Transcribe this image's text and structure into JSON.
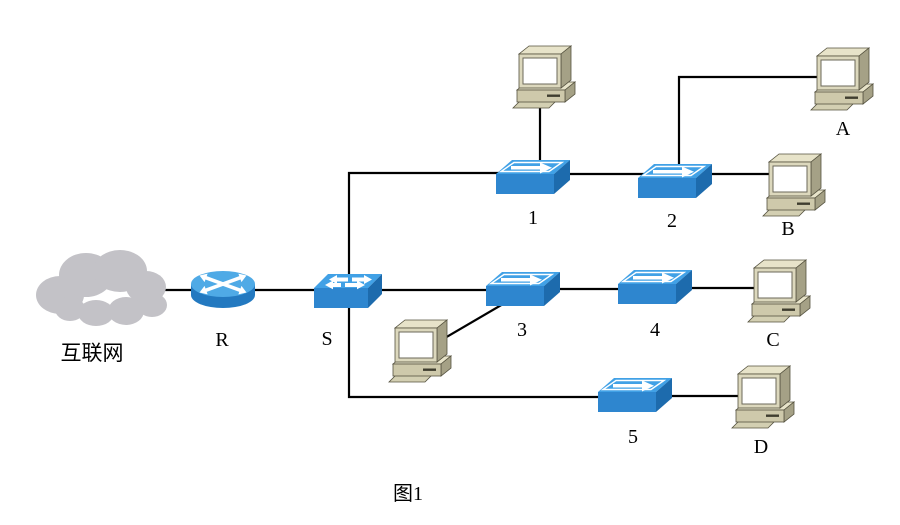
{
  "figure": {
    "caption": "图1"
  },
  "nodes": {
    "internet": {
      "type": "cloud",
      "label": "互联网"
    },
    "router_r": {
      "type": "router",
      "label": "R"
    },
    "switch_s": {
      "type": "workgroup-switch",
      "label": "S"
    },
    "switch_1": {
      "type": "switch",
      "label": "1"
    },
    "switch_2": {
      "type": "switch",
      "label": "2"
    },
    "switch_3": {
      "type": "switch",
      "label": "3"
    },
    "switch_4": {
      "type": "switch",
      "label": "4"
    },
    "switch_5": {
      "type": "switch",
      "label": "5"
    },
    "pc_top": {
      "type": "pc",
      "label": ""
    },
    "pc_mid": {
      "type": "pc",
      "label": ""
    },
    "pc_a": {
      "type": "pc",
      "label": "A"
    },
    "pc_b": {
      "type": "pc",
      "label": "B"
    },
    "pc_c": {
      "type": "pc",
      "label": "C"
    },
    "pc_d": {
      "type": "pc",
      "label": "D"
    }
  },
  "links": [
    {
      "from": "internet",
      "to": "router_r"
    },
    {
      "from": "router_r",
      "to": "switch_s"
    },
    {
      "from": "switch_s",
      "to": "switch_1"
    },
    {
      "from": "switch_s",
      "to": "switch_3"
    },
    {
      "from": "switch_s",
      "to": "switch_5"
    },
    {
      "from": "switch_1",
      "to": "pc_top"
    },
    {
      "from": "switch_1",
      "to": "switch_2"
    },
    {
      "from": "switch_2",
      "to": "pc_a"
    },
    {
      "from": "switch_2",
      "to": "pc_b"
    },
    {
      "from": "switch_3",
      "to": "pc_mid"
    },
    {
      "from": "switch_3",
      "to": "switch_4"
    },
    {
      "from": "switch_4",
      "to": "pc_c"
    },
    {
      "from": "switch_5",
      "to": "pc_d"
    }
  ],
  "colors": {
    "line": "#000000",
    "cloud": "#c3c2c7",
    "router_top": "#4faae6",
    "router_body": "#2379c0",
    "switch_top": "#41a1e6",
    "switch_front": "#2e86cf",
    "switch_side": "#1d6bad",
    "pc_face": "#dcd8bd",
    "pc_top": "#e7e3c9",
    "pc_side": "#a5a186",
    "pc_base": "#cec9ab",
    "pc_screen": "#ffffff",
    "label_text": "#000000"
  }
}
